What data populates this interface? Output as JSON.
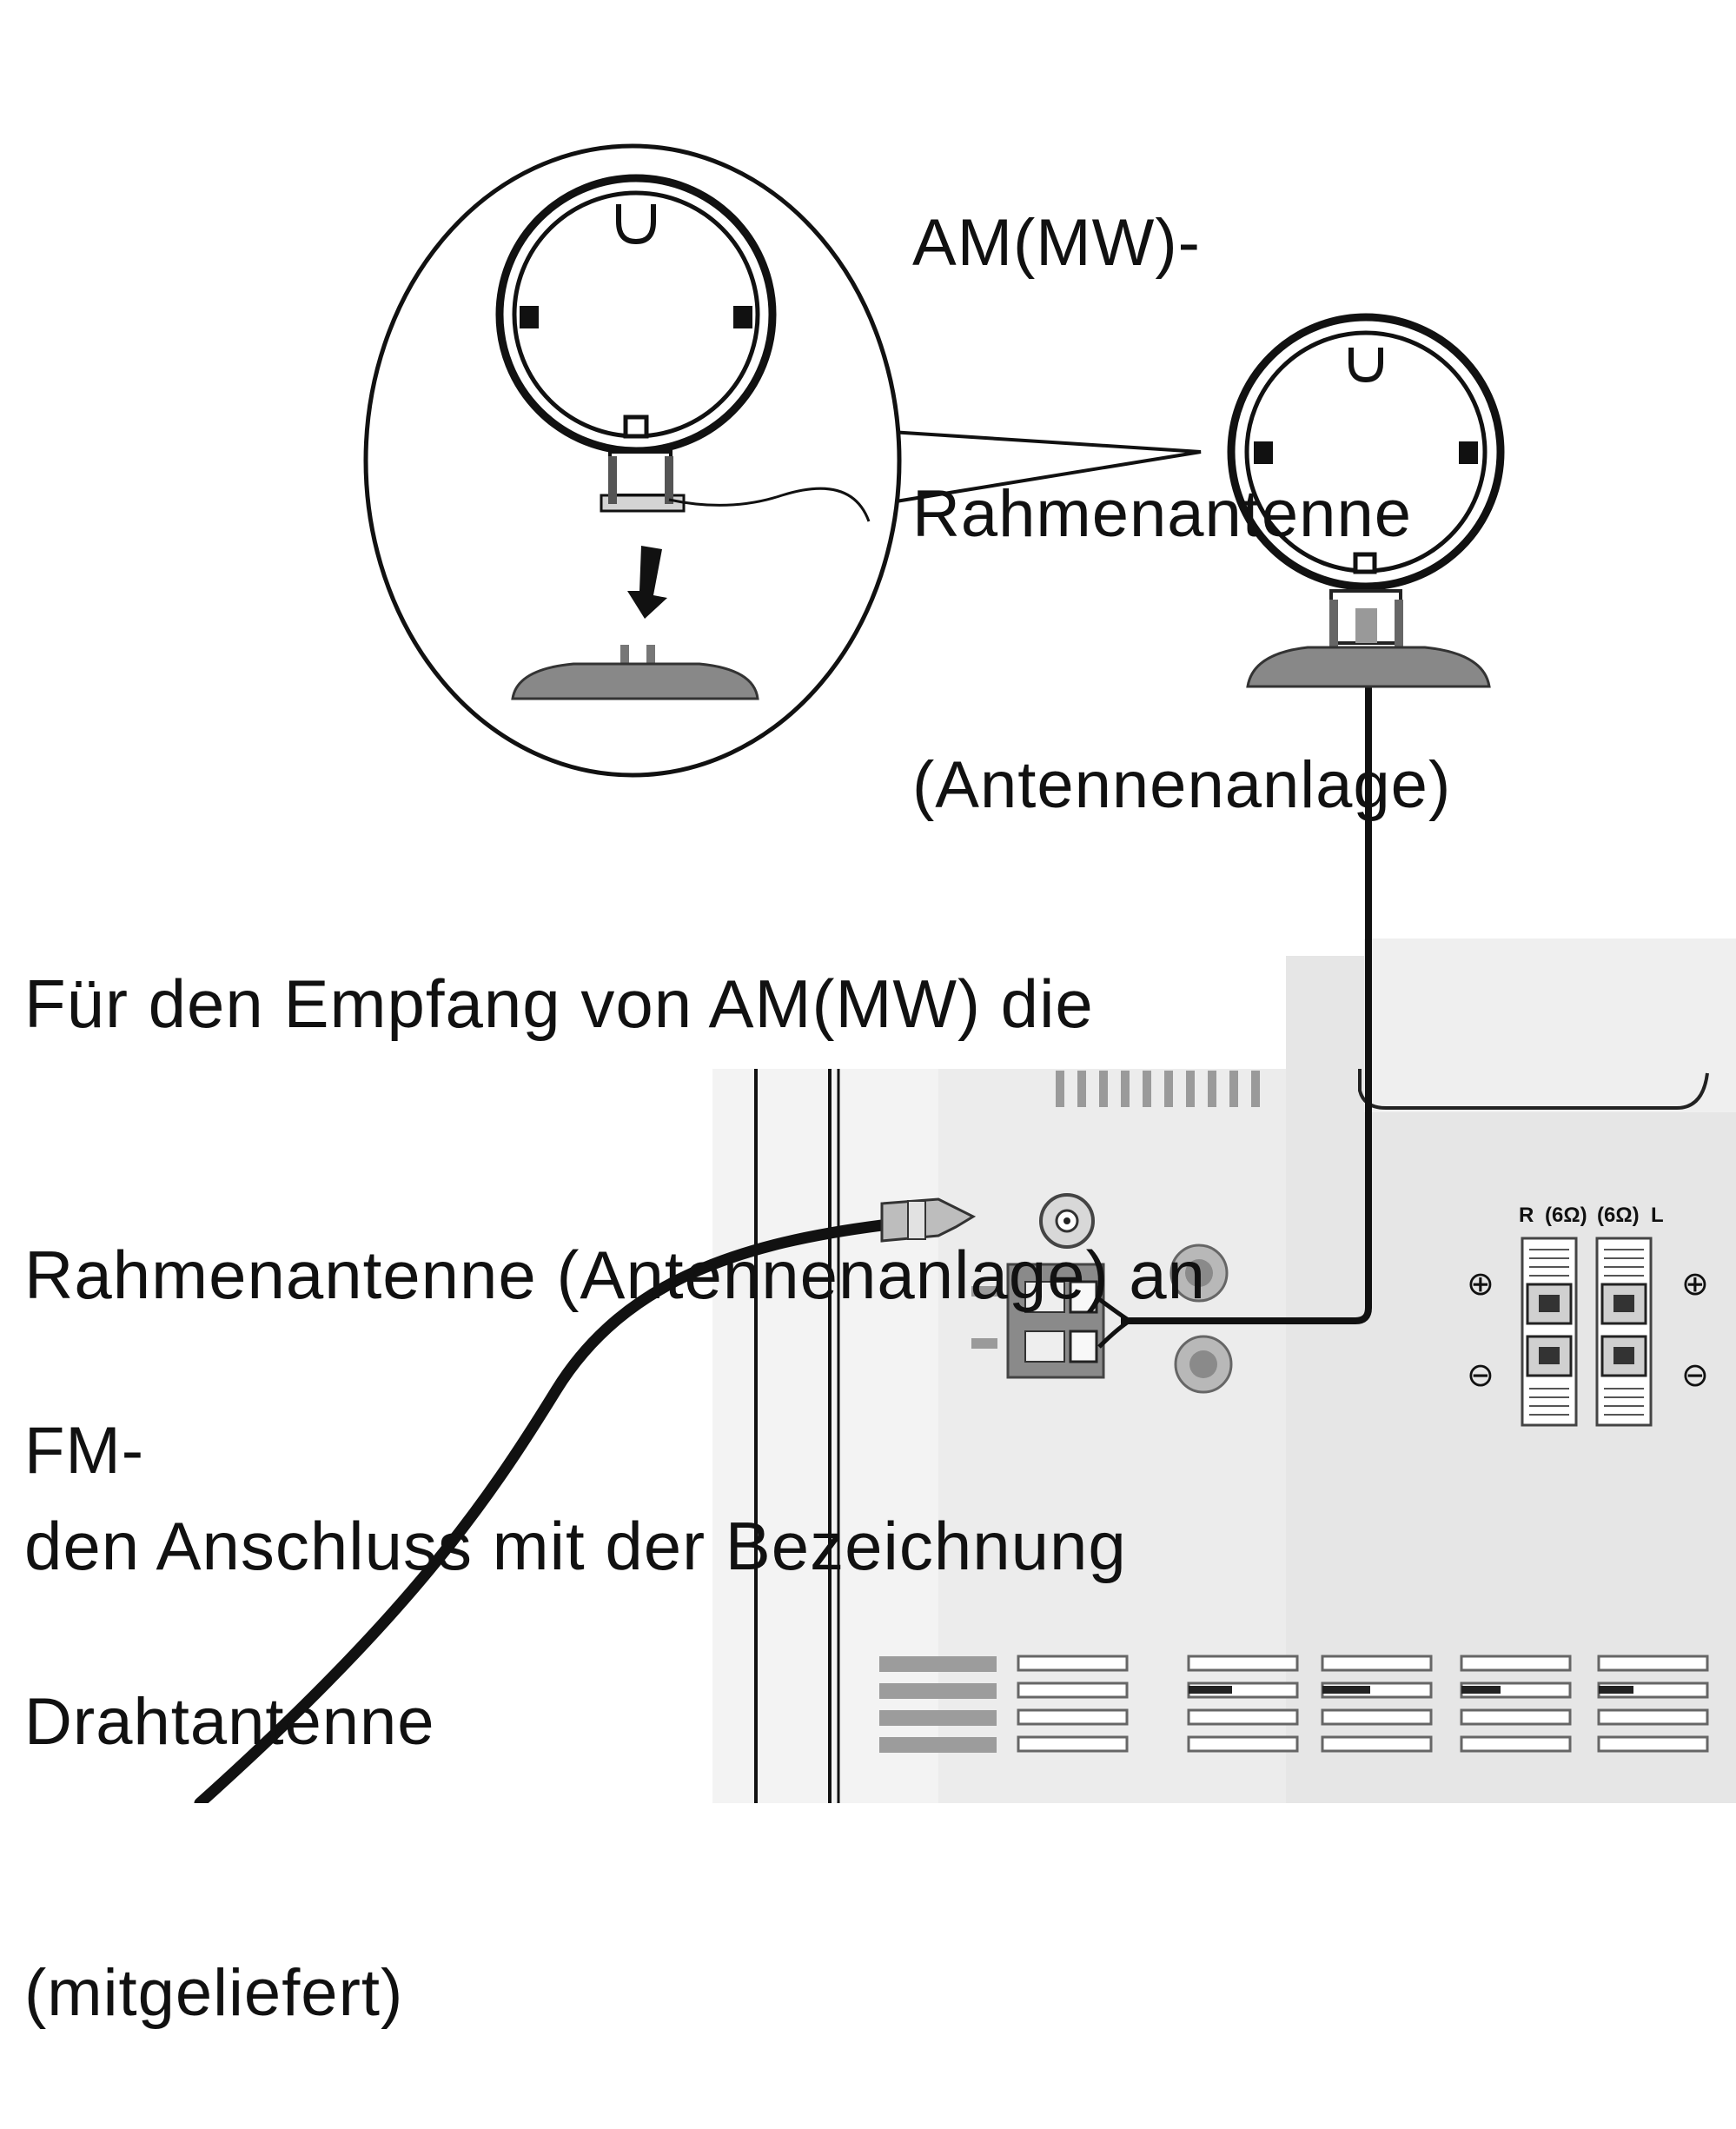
{
  "am_antenna_label": [
    "AM(MW)-",
    "Rahmenantenne",
    "(Antennenanlage)"
  ],
  "instruction_text": [
    "Für den Empfang von AM(MW) die",
    "Rahmenantenne (Antennenanlage) an",
    "den Anschluss mit der Bezeichnung"
  ],
  "fm_antenna_label": [
    "FM-",
    "Drahtantenne",
    "(mitgeliefert)"
  ],
  "speaker_terminal": {
    "left_mark": "R",
    "right_mark": "L",
    "impedance_left": "(6Ω)",
    "impedance_right": "(6Ω)",
    "plus_symbol": "⊕",
    "minus_symbol": "⊖"
  }
}
